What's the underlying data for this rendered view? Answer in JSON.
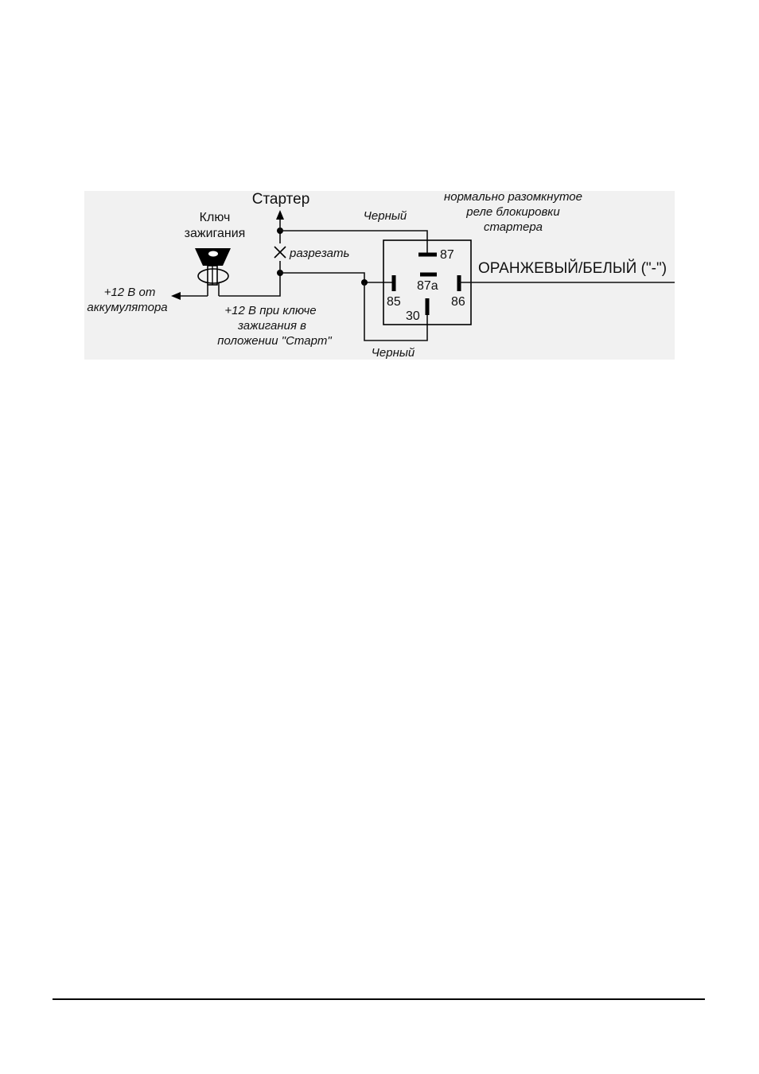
{
  "diagram": {
    "starter_label": "Стартер",
    "ignition_key_label_line1": "Ключ",
    "ignition_key_label_line2": "зажигания",
    "cut_label": "разрезать",
    "battery_label_line1": "+12 В от",
    "battery_label_line2": "аккумулятора",
    "start_label_line1": "+12 В при ключе",
    "start_label_line2": "зажигания в",
    "start_label_line3": "положении \"Старт\"",
    "black_wire_top": "Черный",
    "black_wire_bottom": "Черный",
    "relay_desc_line1": "нормально разомкнутое",
    "relay_desc_line2": "реле блокировки",
    "relay_desc_line3": "стартера",
    "pin_87": "87",
    "pin_87a": "87a",
    "pin_85": "85",
    "pin_86": "86",
    "pin_30": "30",
    "orange_white_wire": "ОРАНЖЕВЫЙ/БЕЛЫЙ (\"-\")",
    "background_color": "#f0f0f0",
    "line_color": "#111111"
  }
}
